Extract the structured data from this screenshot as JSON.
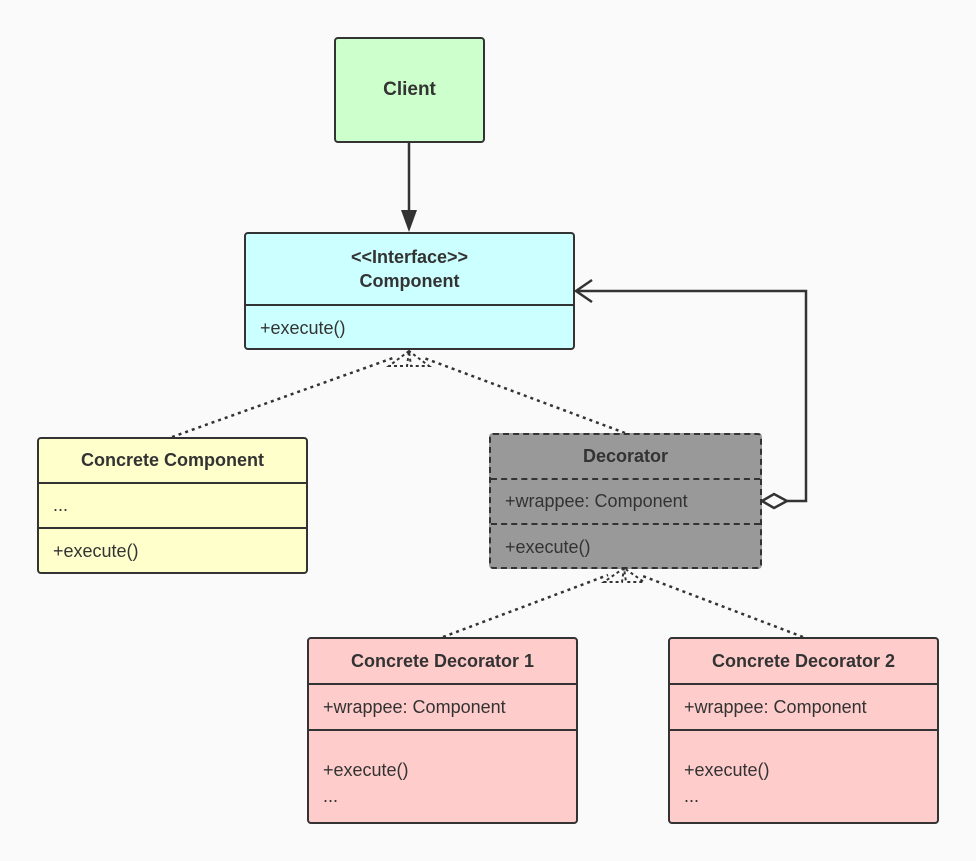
{
  "client": {
    "title": "Client"
  },
  "component": {
    "stereotype": "<<Interface>>",
    "title": "Component",
    "method": "+execute()"
  },
  "concrete_component": {
    "title": "Concrete Component",
    "fields": "...",
    "method": "+execute()"
  },
  "decorator": {
    "title": "Decorator",
    "field": "+wrappee: Component",
    "method": "+execute()"
  },
  "concrete_decorator_1": {
    "title": "Concrete Decorator 1",
    "field": "+wrappee: Component",
    "method": "+execute()",
    "more": "..."
  },
  "concrete_decorator_2": {
    "title": "Concrete Decorator 2",
    "field": "+wrappee: Component",
    "method": "+execute()",
    "more": "..."
  },
  "colors": {
    "client": "#ccffcc",
    "component": "#ccffff",
    "concrete_component": "#ffffcc",
    "decorator": "#999999",
    "concrete_decorator": "#ffcccc",
    "line": "#333333"
  }
}
